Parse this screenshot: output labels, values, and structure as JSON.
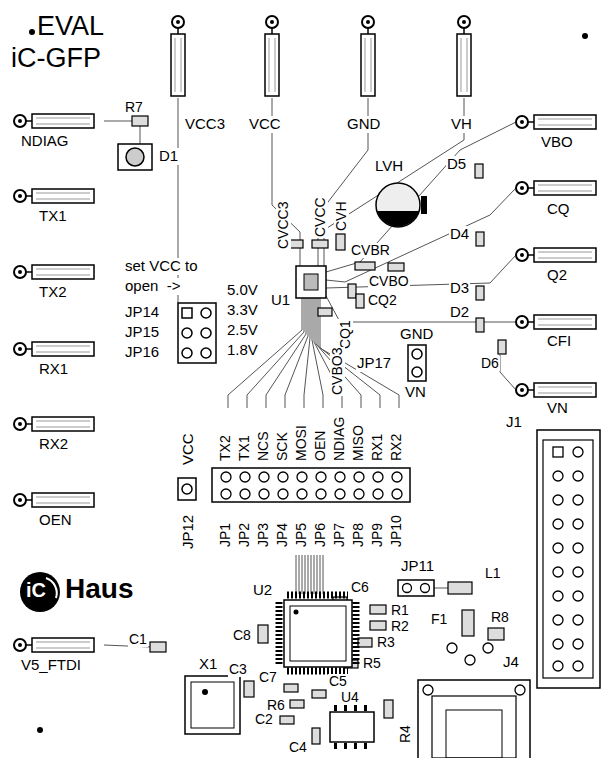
{
  "diagram": {
    "labels": [
      "EVAL",
      "iC-GFP",
      "R7",
      "VCC3",
      "VCC",
      "GND",
      "VH",
      "NDIAG",
      "VBO",
      "D1",
      "LVH",
      "D5",
      "CVCC3",
      "CVCC",
      "CVH",
      "CQ",
      "TX1",
      "D4",
      "CVBR",
      "set VCC to",
      "Q2",
      "U1",
      "CVBO",
      "open  ->",
      "5.0V",
      "D3",
      "TX2",
      "CQ2",
      "CQ1",
      "JP14",
      "3.3V",
      "D2",
      "CFI",
      "JP15",
      "2.5V",
      "GND",
      "CVBO3",
      "JP16",
      "1.8V",
      "D6",
      "JP17",
      "RX1",
      "VN",
      "VN",
      "VCC",
      "TX2",
      "TX1",
      "NCS",
      "SCK",
      "MOSI",
      "OEN",
      "NDIAG",
      "MISO",
      "RX1",
      "RX2",
      "J1",
      "RX2",
      "OEN",
      "JP12",
      "JP1",
      "JP2",
      "JP3",
      "JP4",
      "JP5",
      "JP6",
      "JP7",
      "JP8",
      "JP9",
      "JP10",
      "JP11",
      "iC",
      "Haus",
      "C6",
      "L1",
      "U2",
      "R1",
      "F1",
      "R8",
      "R2",
      "C8",
      "R3",
      "V5_FTDI",
      "C1",
      "J4",
      "R5",
      "X1",
      "C3",
      "C7",
      "C5",
      "R6",
      "U4",
      "R4",
      "C2",
      "C4"
    ]
  }
}
